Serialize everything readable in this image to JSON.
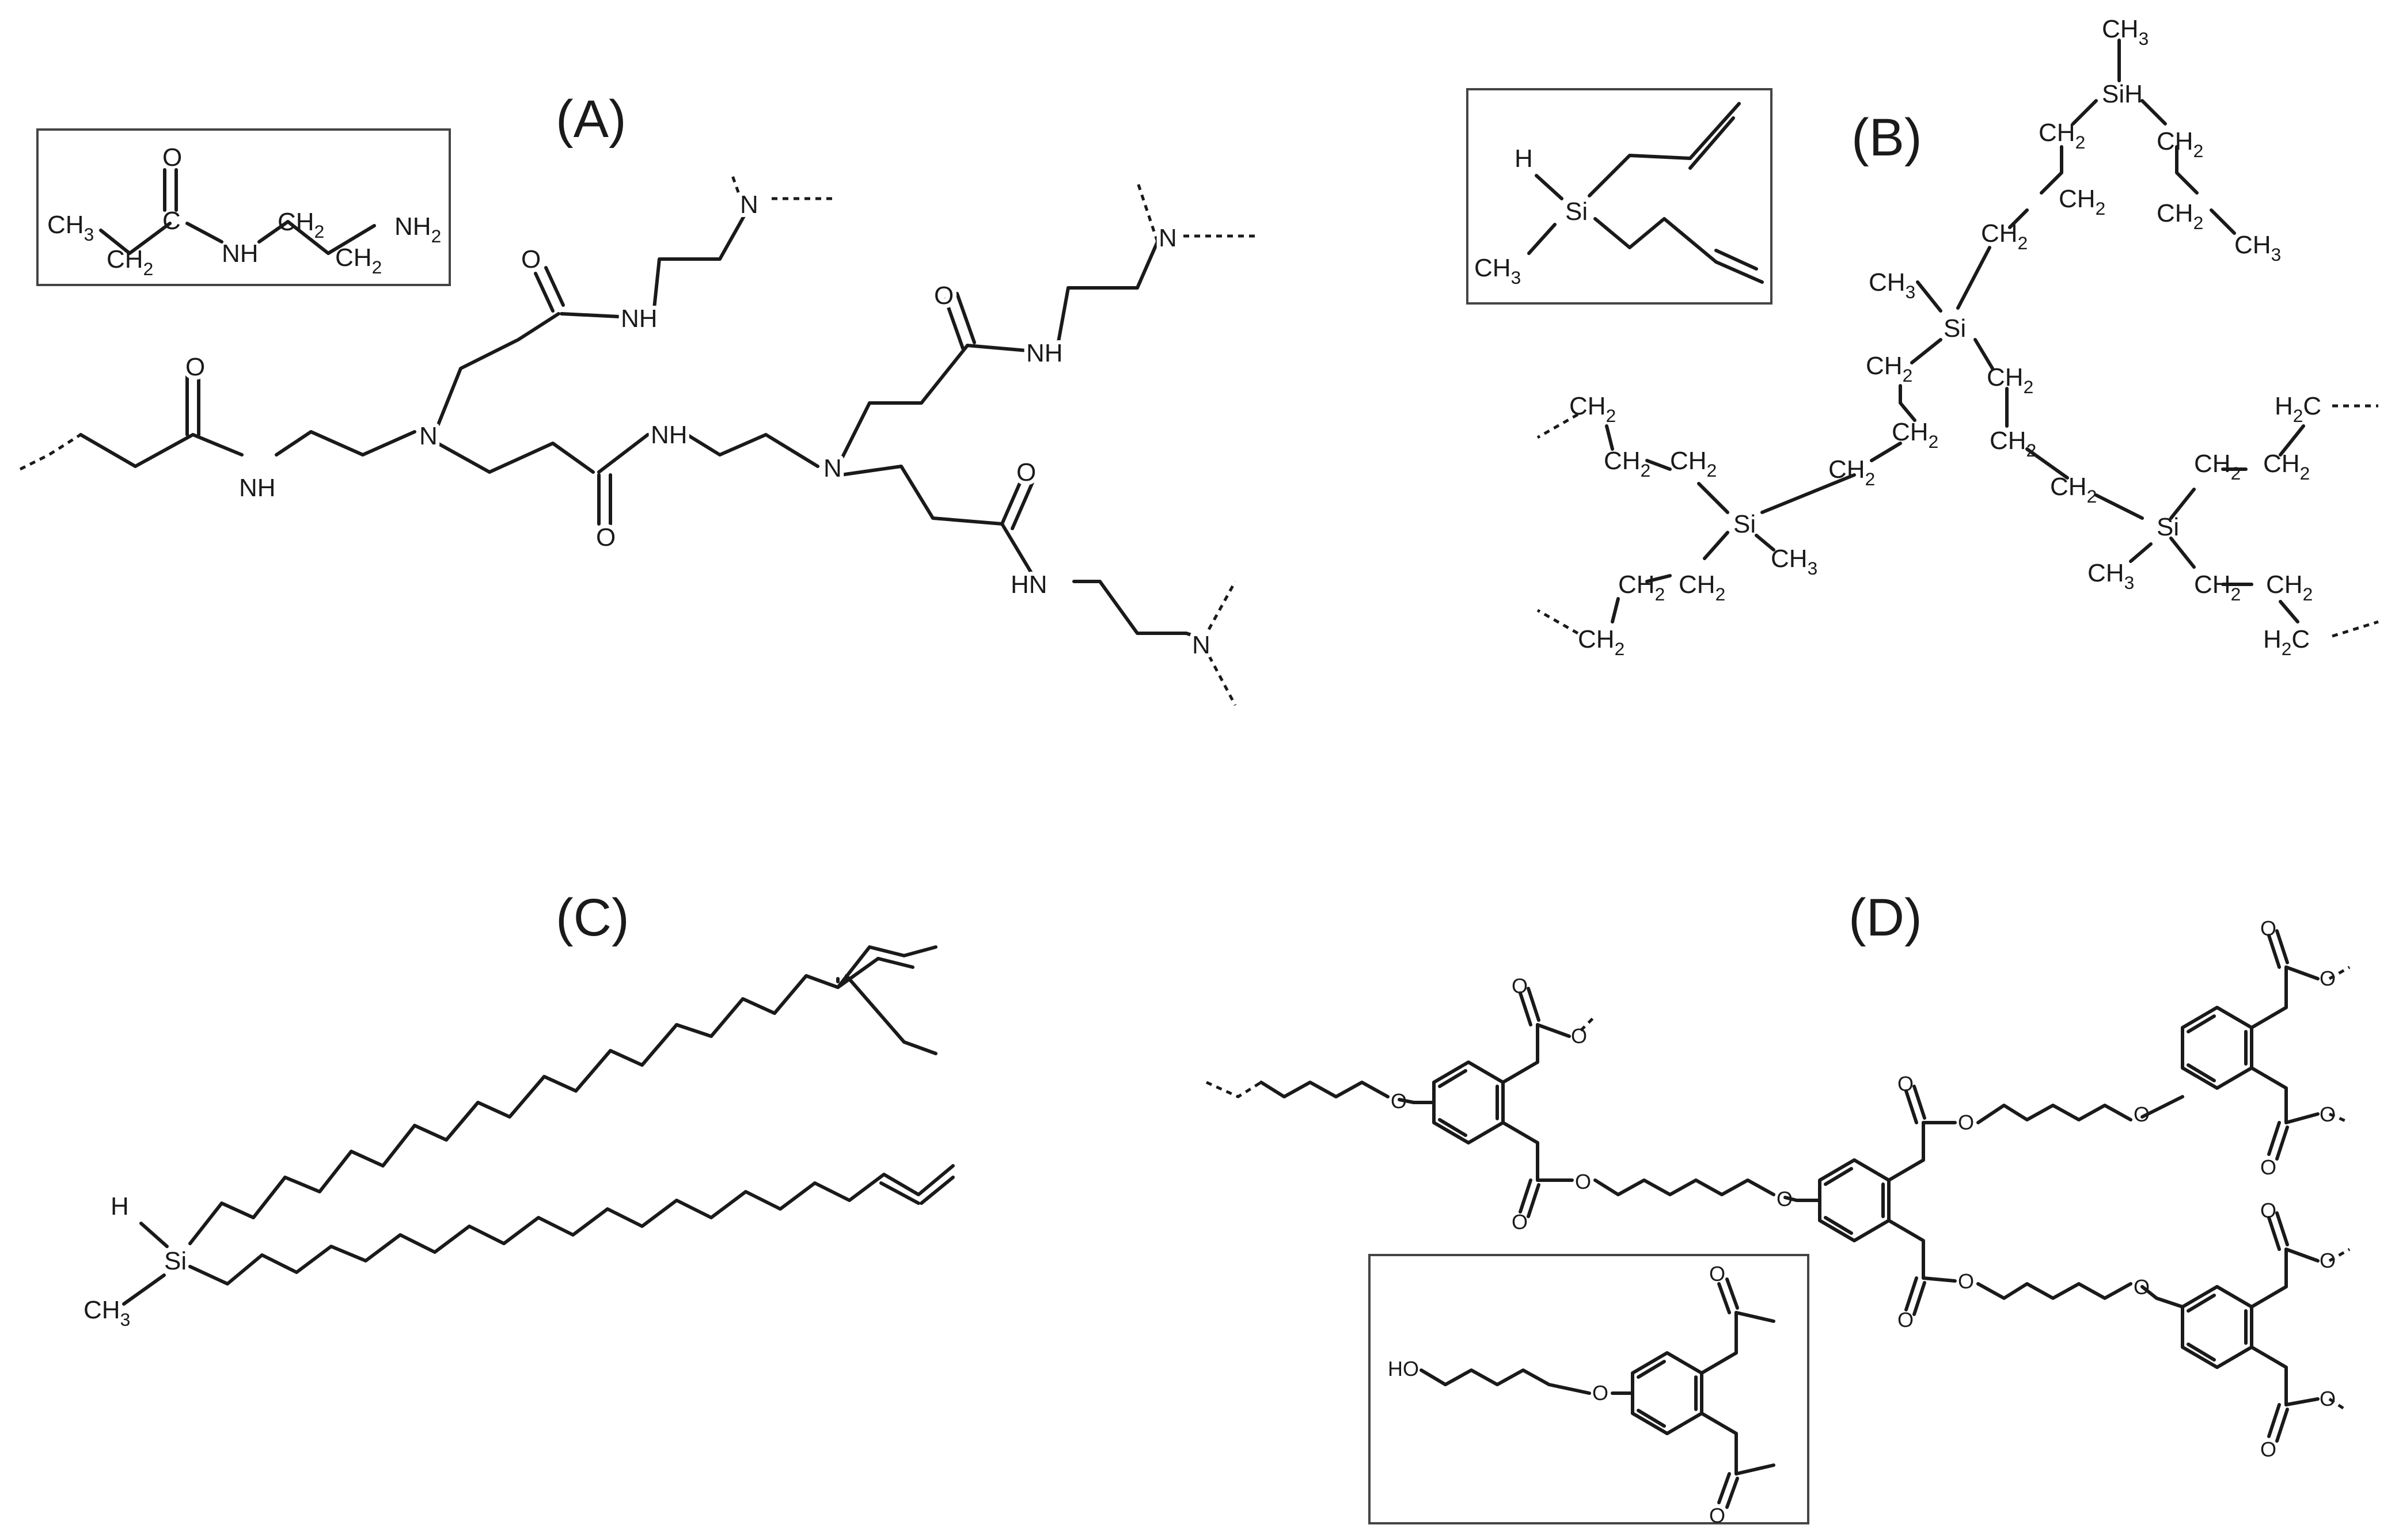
{
  "panels": {
    "a": {
      "tag": "(A)"
    },
    "b": {
      "tag": "(B)"
    },
    "c": {
      "tag": "(C)"
    },
    "d": {
      "tag": "(D)"
    }
  },
  "atoms": {
    "ch3": "CH3",
    "ch2": "CH2",
    "h2c": "H2C",
    "o": "O",
    "nh": "NH",
    "hn": "HN",
    "nh2": "NH2",
    "n": "N",
    "c": "C",
    "h": "H",
    "si": "Si",
    "sih": "SiH",
    "ho": "HO"
  }
}
